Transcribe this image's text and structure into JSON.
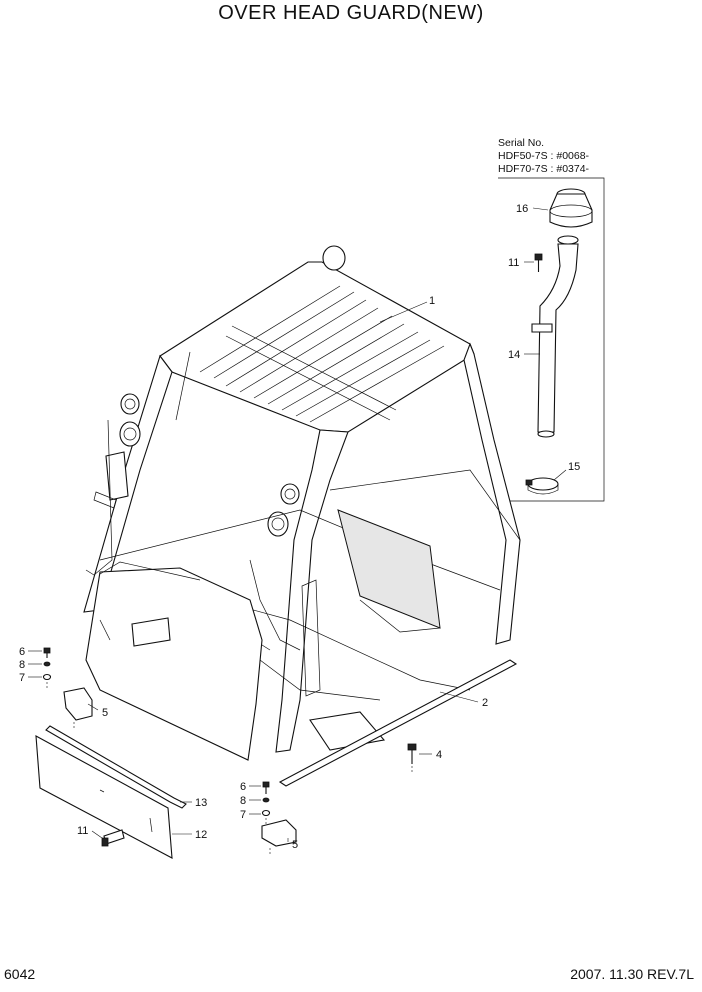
{
  "title": "OVER HEAD GUARD(NEW)",
  "serial": {
    "label": "Serial No.",
    "line1": "HDF50-7S : #0068-",
    "line2": "HDF70-7S : #0374-"
  },
  "callouts": {
    "c1": "1",
    "c2": "2",
    "c4": "4",
    "c5a": "5",
    "c5b": "5",
    "c6a": "6",
    "c6b": "6",
    "c7a": "7",
    "c7b": "7",
    "c8a": "8",
    "c8b": "8",
    "c11a": "11",
    "c11b": "11",
    "c12": "12",
    "c13": "13",
    "c14": "14",
    "c15": "15",
    "c16": "16"
  },
  "footer": {
    "page": "6042",
    "date_rev": "2007. 11.30  REV.7L"
  }
}
